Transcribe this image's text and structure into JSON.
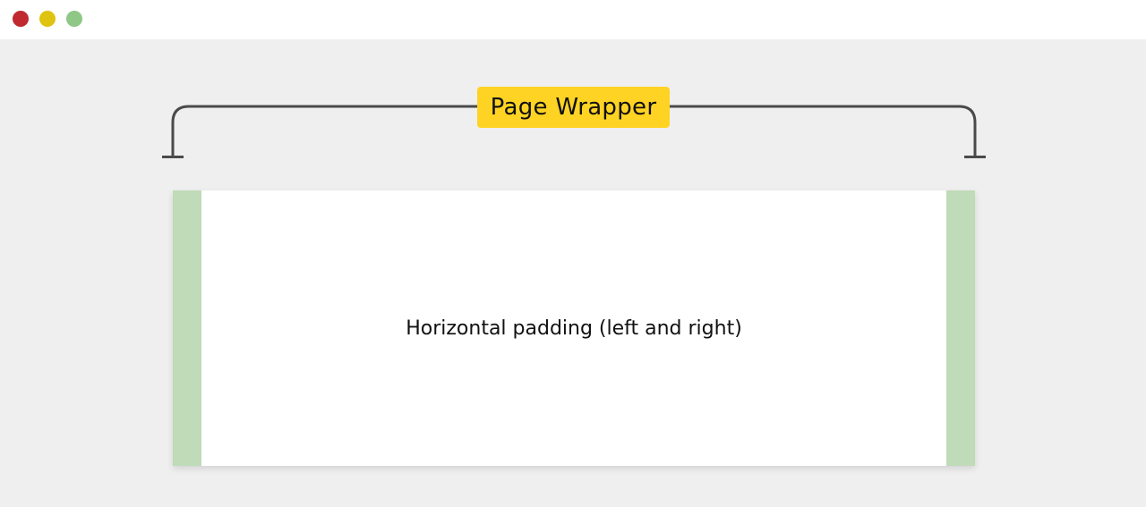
{
  "window": {
    "controls": [
      {
        "name": "close",
        "color": "#c0292f"
      },
      {
        "name": "minimize",
        "color": "#dec410"
      },
      {
        "name": "zoom",
        "color": "#8ec786"
      }
    ]
  },
  "diagram": {
    "wrapper_label": "Page Wrapper",
    "padding_text": "Horizontal padding (left and right)",
    "colors": {
      "background": "#efefef",
      "label_fill": "#ffd323",
      "padding_fill": "#bfdbb7",
      "bracket_stroke": "#4a4a4a",
      "content_fill": "#ffffff"
    }
  }
}
